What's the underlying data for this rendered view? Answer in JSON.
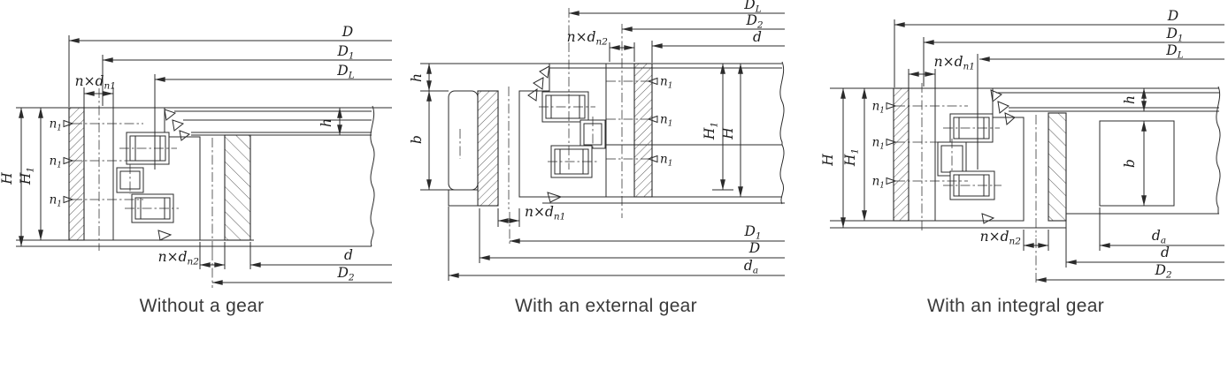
{
  "page": {
    "background": "#ffffff",
    "ink": "#2b2b2b",
    "caption_color": "#3a3a3a"
  },
  "diagrams": [
    {
      "caption": "Without a gear",
      "labels": {
        "D": {
          "m": "D",
          "s": ""
        },
        "D1": {
          "m": "D",
          "s": "1"
        },
        "DL": {
          "m": "D",
          "s": "L"
        },
        "ndn1": {
          "m": "n×d",
          "s": "n1"
        },
        "ndn2": {
          "m": "n×d",
          "s": "n2"
        },
        "n1": {
          "m": "n",
          "s": "1"
        },
        "H": {
          "m": "H",
          "s": ""
        },
        "H1": {
          "m": "H",
          "s": "1"
        },
        "h": {
          "m": "h",
          "s": ""
        },
        "d": {
          "m": "d",
          "s": ""
        },
        "D2": {
          "m": "D",
          "s": "2"
        }
      }
    },
    {
      "caption": "With an external gear",
      "labels": {
        "DL": {
          "m": "D",
          "s": "L"
        },
        "D2": {
          "m": "D",
          "s": "2"
        },
        "d": {
          "m": "d",
          "s": ""
        },
        "ndn2": {
          "m": "n×d",
          "s": "n2"
        },
        "ndn1": {
          "m": "n×d",
          "s": "n1"
        },
        "n1": {
          "m": "n",
          "s": "1"
        },
        "h": {
          "m": "h",
          "s": ""
        },
        "b": {
          "m": "b",
          "s": ""
        },
        "H1": {
          "m": "H",
          "s": "1"
        },
        "H": {
          "m": "H",
          "s": ""
        },
        "D1": {
          "m": "D",
          "s": "1"
        },
        "D": {
          "m": "D",
          "s": ""
        },
        "da": {
          "m": "d",
          "s": "a"
        }
      }
    },
    {
      "caption": "With an integral gear",
      "labels": {
        "D": {
          "m": "D",
          "s": ""
        },
        "D1": {
          "m": "D",
          "s": "1"
        },
        "DL": {
          "m": "D",
          "s": "L"
        },
        "ndn1": {
          "m": "n×d",
          "s": "n1"
        },
        "ndn2": {
          "m": "n×d",
          "s": "n2"
        },
        "n1": {
          "m": "n",
          "s": "1"
        },
        "H": {
          "m": "H",
          "s": ""
        },
        "H1": {
          "m": "H",
          "s": "1"
        },
        "h": {
          "m": "h",
          "s": ""
        },
        "b": {
          "m": "b",
          "s": ""
        },
        "da": {
          "m": "d",
          "s": "a"
        },
        "d": {
          "m": "d",
          "s": ""
        },
        "D2": {
          "m": "D",
          "s": "2"
        }
      }
    }
  ]
}
